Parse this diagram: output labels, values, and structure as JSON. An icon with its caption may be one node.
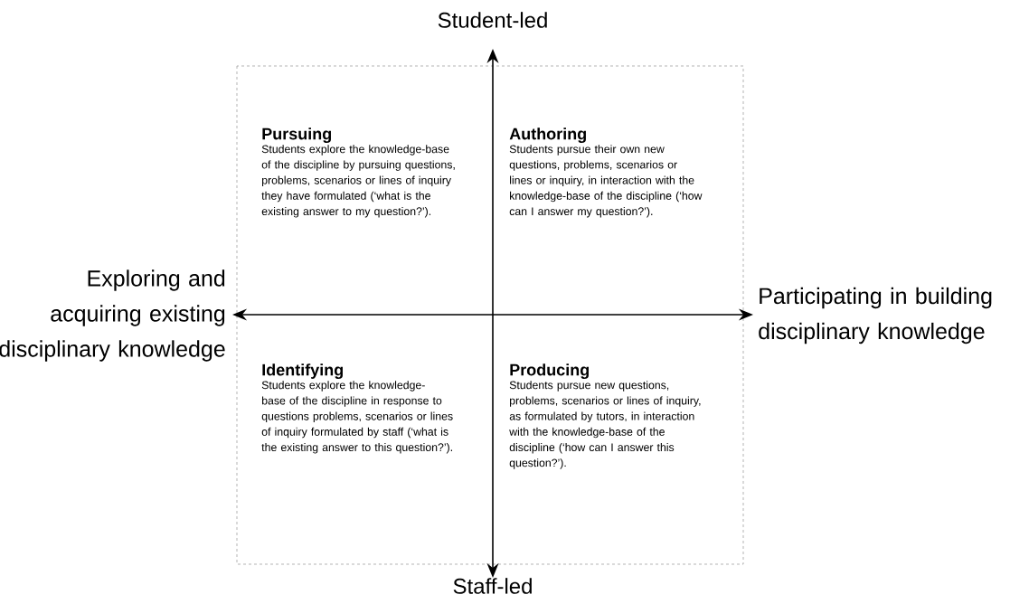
{
  "diagram": {
    "labels": [
      "Student-led",
      "Pursuing",
      "Students explore the knowledge-base of the discipline by pursuing questions, problems, scenarios or lines of inquiry they have formulated (‘what is the existing answer to my question?’).",
      "Authoring",
      "Students pursue their own new questions, problems, scenarios or lines or inquiry, in interaction with the knowledge-base of the discipline (‘how can I answer my question?’).",
      "Exploring and acquiring existing disciplinary knowledge",
      "Participating in building disciplinary knowledge",
      "Identifying",
      "Students explore the knowledge-base of the discipline in response to questions problems, scenarios or lines of inquiry formulated by staff (‘what is the existing answer to this question?’).",
      "Producing",
      "Students pursue new questions, problems, scenarios or lines of inquiry, as formulated by tutors, in interaction with the knowledge-base of the discipline (‘how can I answer this question?’).",
      "Staff-led"
    ]
  }
}
